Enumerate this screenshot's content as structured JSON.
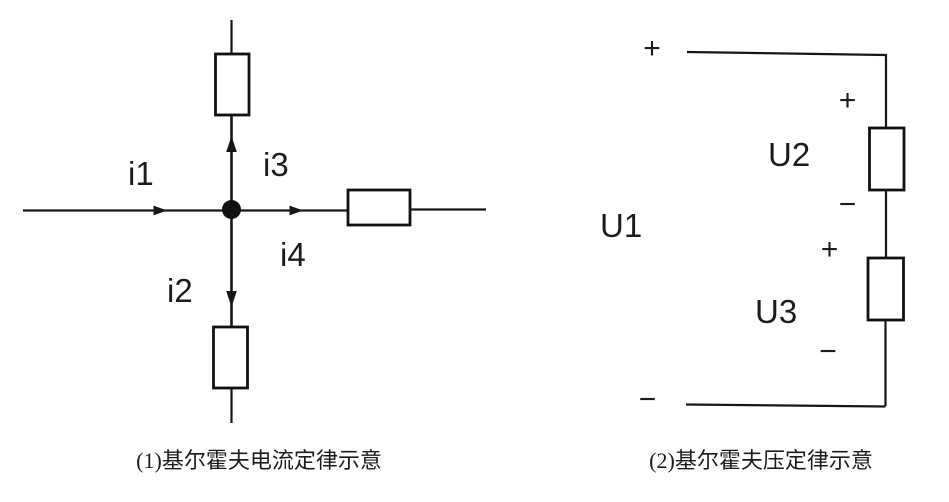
{
  "figure": {
    "background": "#ffffff",
    "ink": "#161616",
    "left_diagram": {
      "type": "kirchhoff-current-law-node",
      "caption": "(1)基尔霍夫电流定律示意",
      "labels": {
        "i1": "i1",
        "i2": "i2",
        "i3": "i3",
        "i4": "i4"
      }
    },
    "right_diagram": {
      "type": "kirchhoff-voltage-law-loop",
      "caption": "(2)基尔霍夫压定律示意",
      "labels": {
        "u1": "U1",
        "u2": "U2",
        "u3": "U3"
      },
      "signs": {
        "plus": "+",
        "minus": "−"
      }
    }
  }
}
